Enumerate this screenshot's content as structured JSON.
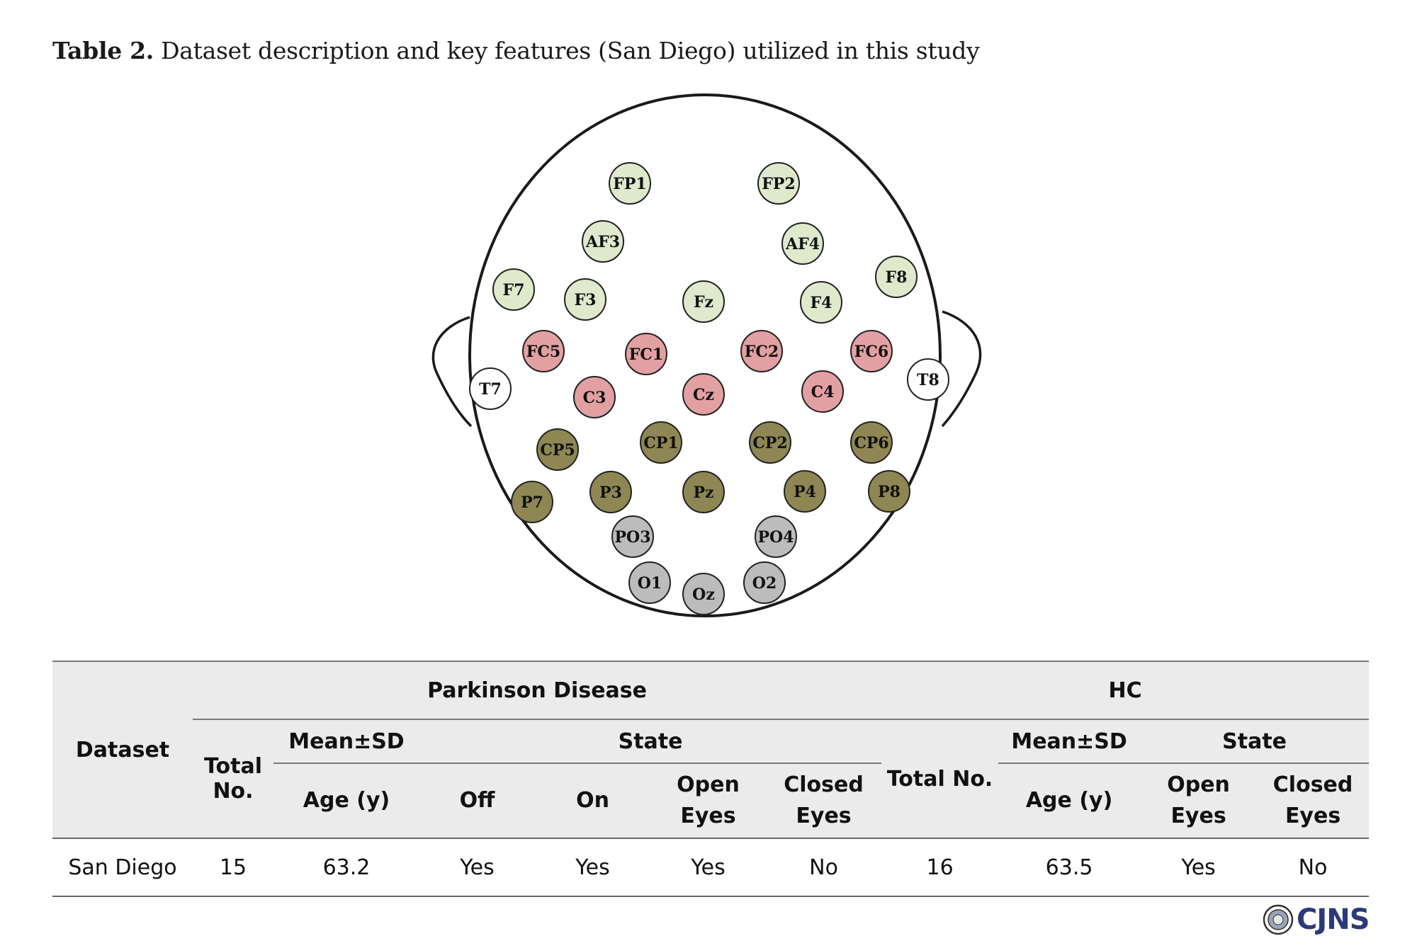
{
  "caption": {
    "label": "Table 2.",
    "text": "Dataset description and key features (San Diego) utilized in this study"
  },
  "colors": {
    "frontal": "#dfeacd",
    "central": "#e3a0a2",
    "parietal": "#8e8754",
    "occipital": "#bcbcbc",
    "temporal": "#ffffff"
  },
  "electrodes": [
    {
      "label": "FP1",
      "region": "frontal"
    },
    {
      "label": "FP2",
      "region": "frontal"
    },
    {
      "label": "AF3",
      "region": "frontal"
    },
    {
      "label": "AF4",
      "region": "frontal"
    },
    {
      "label": "F7",
      "region": "frontal"
    },
    {
      "label": "F3",
      "region": "frontal"
    },
    {
      "label": "Fz",
      "region": "frontal"
    },
    {
      "label": "F4",
      "region": "frontal"
    },
    {
      "label": "F8",
      "region": "frontal"
    },
    {
      "label": "FC5",
      "region": "central"
    },
    {
      "label": "FC1",
      "region": "central"
    },
    {
      "label": "FC2",
      "region": "central"
    },
    {
      "label": "FC6",
      "region": "central"
    },
    {
      "label": "T7",
      "region": "temporal"
    },
    {
      "label": "C3",
      "region": "central"
    },
    {
      "label": "Cz",
      "region": "central"
    },
    {
      "label": "C4",
      "region": "central"
    },
    {
      "label": "T8",
      "region": "temporal"
    },
    {
      "label": "CP5",
      "region": "parietal"
    },
    {
      "label": "CP1",
      "region": "parietal"
    },
    {
      "label": "CP2",
      "region": "parietal"
    },
    {
      "label": "CP6",
      "region": "parietal"
    },
    {
      "label": "P7",
      "region": "parietal"
    },
    {
      "label": "P3",
      "region": "parietal"
    },
    {
      "label": "Pz",
      "region": "parietal"
    },
    {
      "label": "P4",
      "region": "parietal"
    },
    {
      "label": "P8",
      "region": "parietal"
    },
    {
      "label": "PO3",
      "region": "occipital"
    },
    {
      "label": "PO4",
      "region": "occipital"
    },
    {
      "label": "O1",
      "region": "occipital"
    },
    {
      "label": "Oz",
      "region": "occipital"
    },
    {
      "label": "O2",
      "region": "occipital"
    }
  ],
  "table": {
    "dataset_header": "Dataset",
    "pd_header": "Parkinson Disease",
    "hc_header": "HC",
    "total_no": "Total No.",
    "mean_sd": "Mean±SD",
    "state": "State",
    "age": "Age (y)",
    "off": "Off",
    "on": "On",
    "open_eyes": "Open Eyes",
    "closed_eyes": "Closed Eyes",
    "rows": [
      {
        "dataset": "San Diego",
        "pd_total": "15",
        "pd_age": "63.2",
        "pd_off": "Yes",
        "pd_on": "Yes",
        "pd_open": "Yes",
        "pd_closed": "No",
        "hc_total": "16",
        "hc_age": "63.5",
        "hc_open": "Yes",
        "hc_closed": "No"
      }
    ]
  },
  "logo": {
    "text": "CJNS"
  }
}
